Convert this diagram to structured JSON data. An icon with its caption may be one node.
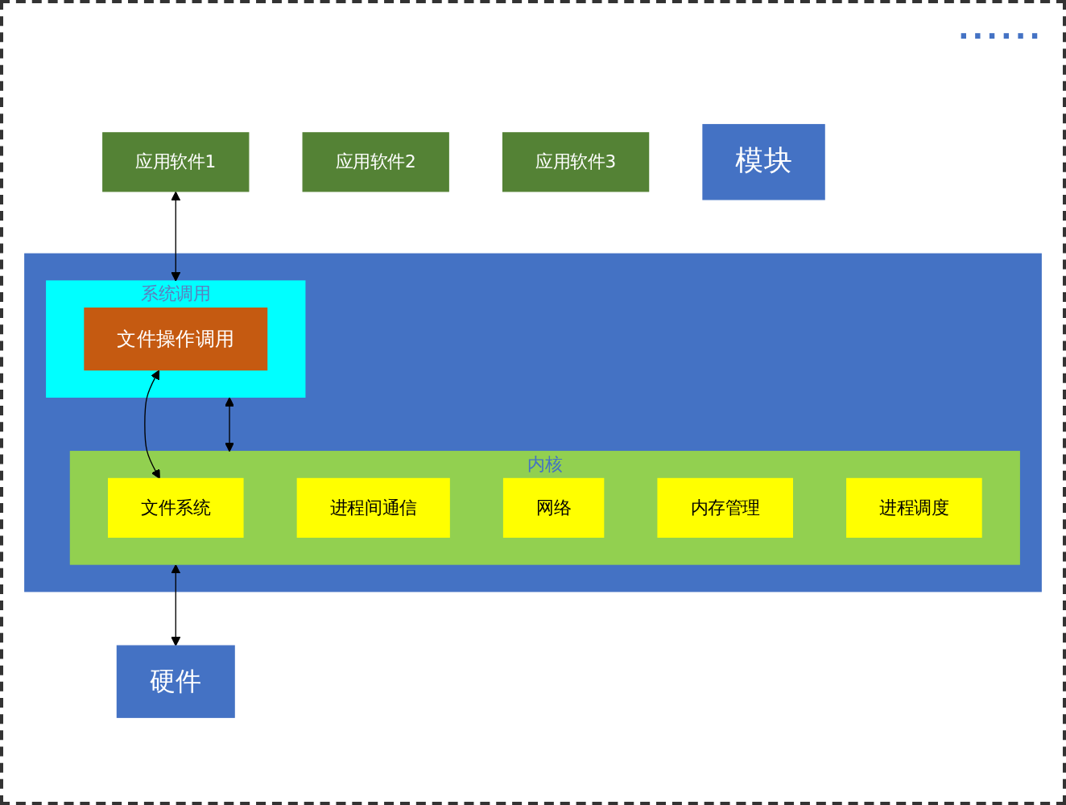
{
  "diagram": {
    "nodes": [
      {
        "text": [
          "应用软件1"
        ]
      },
      {
        "text": [
          "应用软件2"
        ]
      },
      {
        "text": [
          "应用软件3"
        ]
      },
      {
        "text": [
          "模块"
        ]
      },
      {
        "text": [],
        "shape": "box"
      },
      {
        "text": [
          "系统调用"
        ],
        "in": 4
      },
      {
        "text": [
          "文件操作调用"
        ],
        "in": 5
      },
      {
        "text": [
          "内核"
        ],
        "in": 4
      },
      {
        "text": [
          "文件系统"
        ],
        "in": 7
      },
      {
        "text": [
          "进程间通信"
        ],
        "in": 7
      },
      {
        "text": [
          "网络"
        ],
        "in": 7
      },
      {
        "text": [
          "内存管理"
        ],
        "in": 7
      },
      {
        "text": [
          "进程调度"
        ],
        "in": 7
      },
      {
        "text": [
          "硬件"
        ]
      }
    ],
    "edges": [
      {
        "from": 0,
        "to": 5,
        "arrow": "both"
      },
      {
        "from": 6,
        "to": 8,
        "arrow": "both"
      },
      {
        "from": 5,
        "to": 7,
        "arrow": "both"
      },
      {
        "from": 7,
        "to": 13,
        "arrow": "both"
      }
    ],
    "labels": [
      "......"
    ]
  }
}
